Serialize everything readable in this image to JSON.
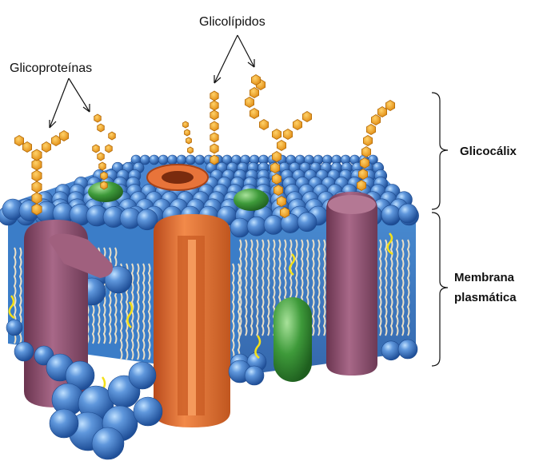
{
  "labels": {
    "glycoproteins": "Glicoproteínas",
    "glycolipids": "Glicolípidos",
    "glycocalyx": "Glicocálix",
    "membrane_line1": "Membrana",
    "membrane_line2": "plasmática"
  },
  "colors": {
    "phospholipid_head": "#3f76c2",
    "phospholipid_head_light": "#7fb1ea",
    "tails": "#e9dcc0",
    "channel_protein": "#e8743a",
    "transmembrane_protein": "#8e4f6e",
    "peripheral_protein": "#3e9a3a",
    "sugar_chain": "#f0a21c",
    "cholesterol": "#f4e019"
  }
}
